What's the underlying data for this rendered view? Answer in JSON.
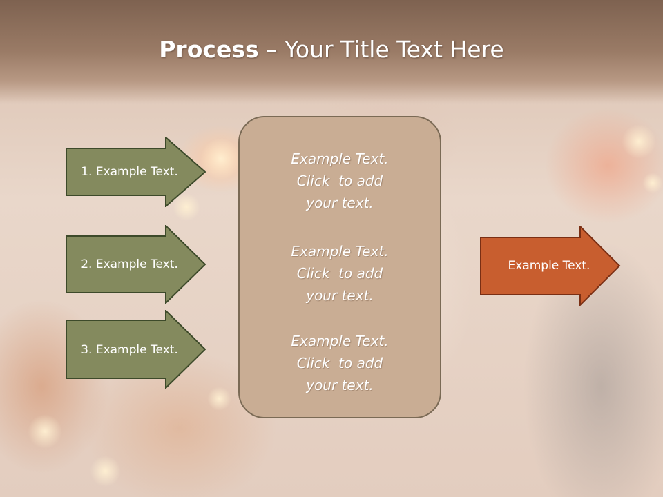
{
  "slide": {
    "title_bold": "Process",
    "title_rest": " – Your Title Text Here"
  },
  "steps": [
    {
      "label": "1. Example Text."
    },
    {
      "label": "2. Example Text."
    },
    {
      "label": "3. Example Text."
    }
  ],
  "center_panel": {
    "items": [
      {
        "line1": "Example Text.",
        "line2": "Click  to add",
        "line3": "your text."
      },
      {
        "line1": "Example Text.",
        "line2": "Click  to add",
        "line3": "your text."
      },
      {
        "line1": "Example Text.",
        "line2": "Click  to add",
        "line3": "your text."
      }
    ]
  },
  "output": {
    "label": "Example Text."
  },
  "colors": {
    "step_fill": "#848a5e",
    "step_border": "#3d4a2a",
    "output_fill": "#c85e2f",
    "output_border": "#7a2f14",
    "panel_fill": "#c9ad94",
    "title_band": "#8c6f5b"
  }
}
